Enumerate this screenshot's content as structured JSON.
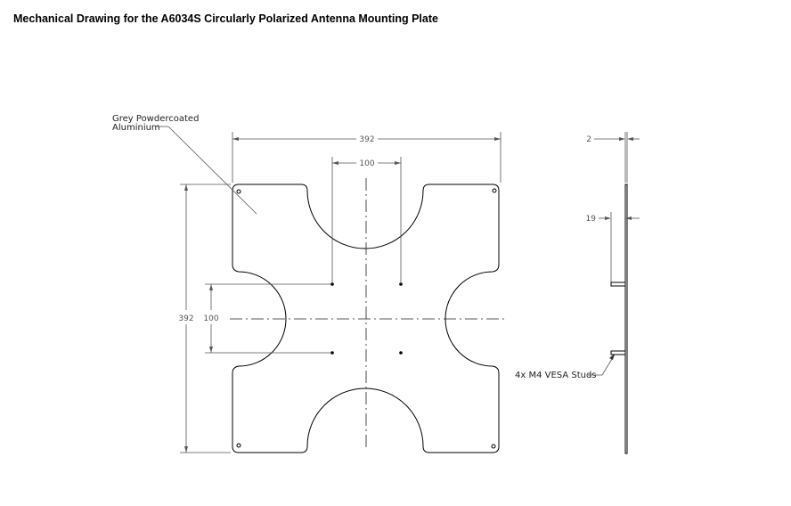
{
  "page": {
    "title": "Mechanical Drawing for the A6034S Circularly Polarized Antenna Mounting Plate"
  },
  "labels": {
    "material_line1": "Grey Powdercoated",
    "material_line2": "Aluminium",
    "studs": "4x M4 VESA Studs"
  },
  "dimensions": {
    "overall_width": "392",
    "overall_height": "392",
    "vesa_horizontal": "100",
    "vesa_vertical": "100",
    "plate_thickness": "2",
    "stud_length": "19"
  },
  "colors": {
    "line": "#000000",
    "dimension": "#555555",
    "background": "#ffffff"
  }
}
